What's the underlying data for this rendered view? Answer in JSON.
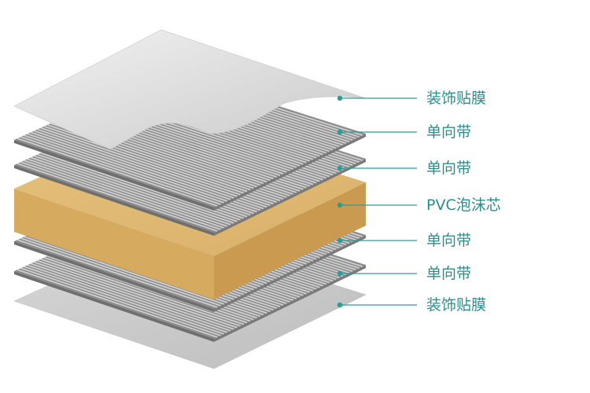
{
  "accent_color": "#2a9d95",
  "layers": [
    {
      "label": "装饰贴膜",
      "type": "film"
    },
    {
      "label": "单向带",
      "type": "strip"
    },
    {
      "label": "单向带",
      "type": "strip"
    },
    {
      "label": "PVC泡沫芯",
      "type": "foam"
    },
    {
      "label": "单向带",
      "type": "strip"
    },
    {
      "label": "单向带",
      "type": "strip"
    },
    {
      "label": "装饰贴膜",
      "type": "film"
    }
  ]
}
